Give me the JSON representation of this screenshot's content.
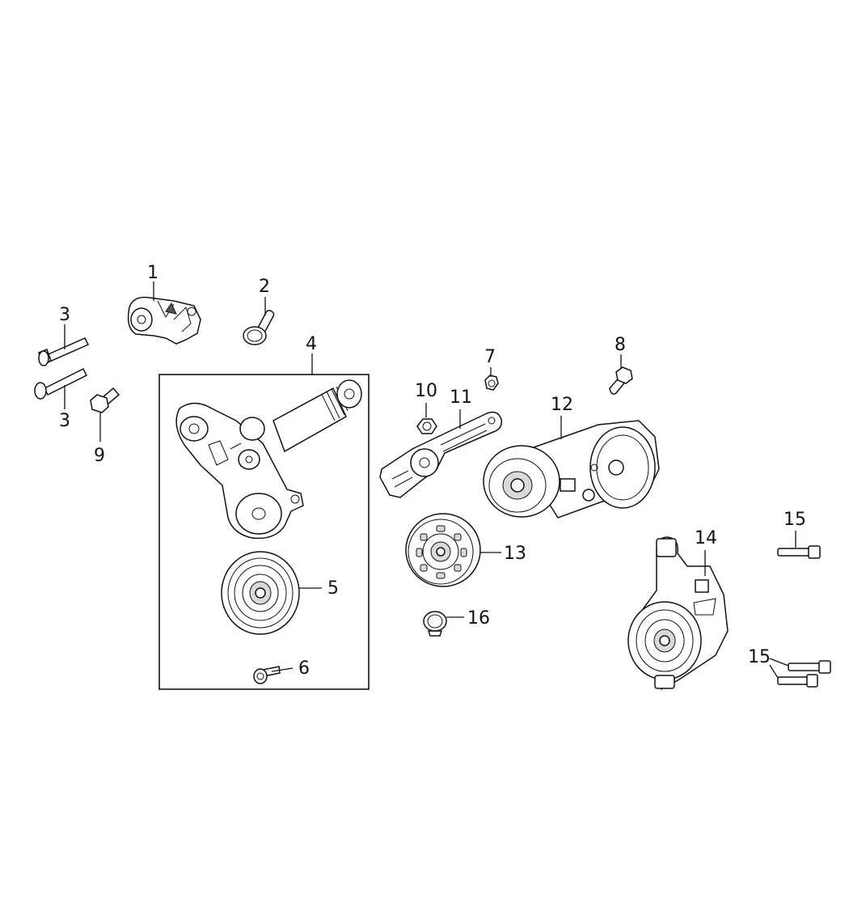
{
  "labels": {
    "p1": "1",
    "p2": "2",
    "p3a": "3",
    "p3b": "3",
    "p4": "4",
    "p5": "5",
    "p6": "6",
    "p7": "7",
    "p8": "8",
    "p9": "9",
    "p10": "10",
    "p11": "11",
    "p12": "12",
    "p13": "13",
    "p14": "14",
    "p15a": "15",
    "p15b": "15",
    "p16": "16"
  }
}
